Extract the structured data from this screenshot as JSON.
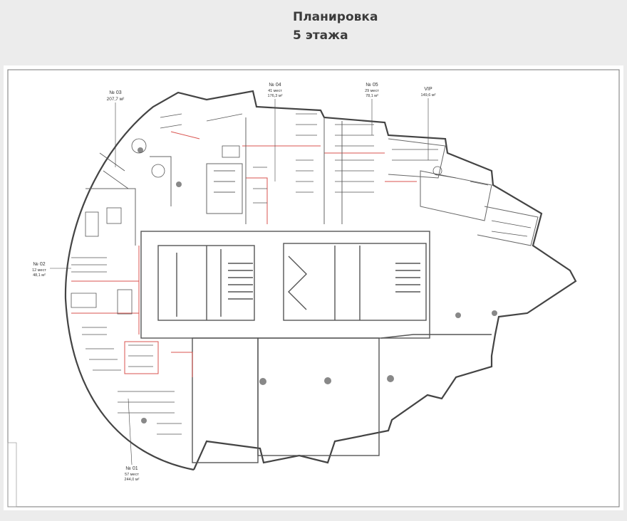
{
  "title": {
    "line1": "Планировка",
    "line2": "5 этажа"
  },
  "rooms": [
    {
      "id": "r03",
      "number": "№ 03",
      "seats": "",
      "area": "207,7 м²"
    },
    {
      "id": "r04",
      "number": "№ 04",
      "seats": "41 мест",
      "area": "176,3 м²"
    },
    {
      "id": "r05",
      "number": "№ 05",
      "seats": "29 мест",
      "area": "78,1 м²"
    },
    {
      "id": "vip",
      "number": "VIP",
      "seats": "",
      "area": "149,6 м²"
    },
    {
      "id": "r02",
      "number": "№ 02",
      "seats": "12 мест",
      "area": "48,1 м²"
    },
    {
      "id": "r01",
      "number": "№ 01",
      "seats": "57 мест",
      "area": "244,0 м²"
    }
  ]
}
